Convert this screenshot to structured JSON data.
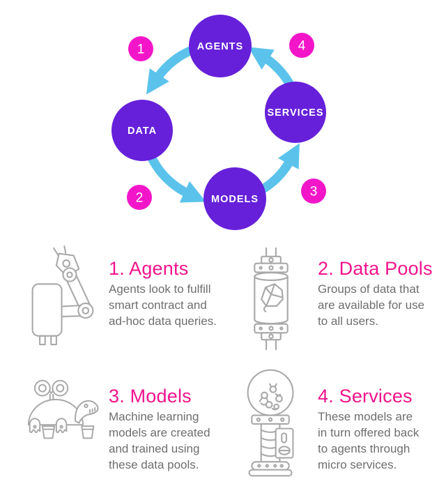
{
  "colors": {
    "node_purple": "#6620d9",
    "badge_magenta": "#f316c9",
    "heading_pink": "#f2148d",
    "arrow_blue": "#5bc3eb",
    "body_gray": "#6e6e6e",
    "icon_stroke": "#a9a9a9",
    "label_white": "#ffffff"
  },
  "cycle": {
    "nodes": [
      {
        "label": "AGENTS"
      },
      {
        "label": "DATA"
      },
      {
        "label": "MODELS"
      },
      {
        "label": "SERVICES"
      }
    ],
    "steps": [
      "1",
      "2",
      "3",
      "4"
    ]
  },
  "sections": [
    {
      "heading": "1. Agents",
      "body": "Agents look to fulfill\nsmart contract and\nad-hoc data queries.",
      "icon": "robot-arm"
    },
    {
      "heading": "2. Data Pools",
      "body": "Groups of data that\nare available for use\nto all users.",
      "icon": "data-canister"
    },
    {
      "heading": "3. Models",
      "body": "Machine learning\nmodels are created\nand trained using\nthese data pools.",
      "icon": "wind-up-turtle"
    },
    {
      "heading": "4. Services",
      "body": "These models are\nin turn offered back\nto agents through\nmicro services.",
      "icon": "robot-dispenser"
    }
  ]
}
